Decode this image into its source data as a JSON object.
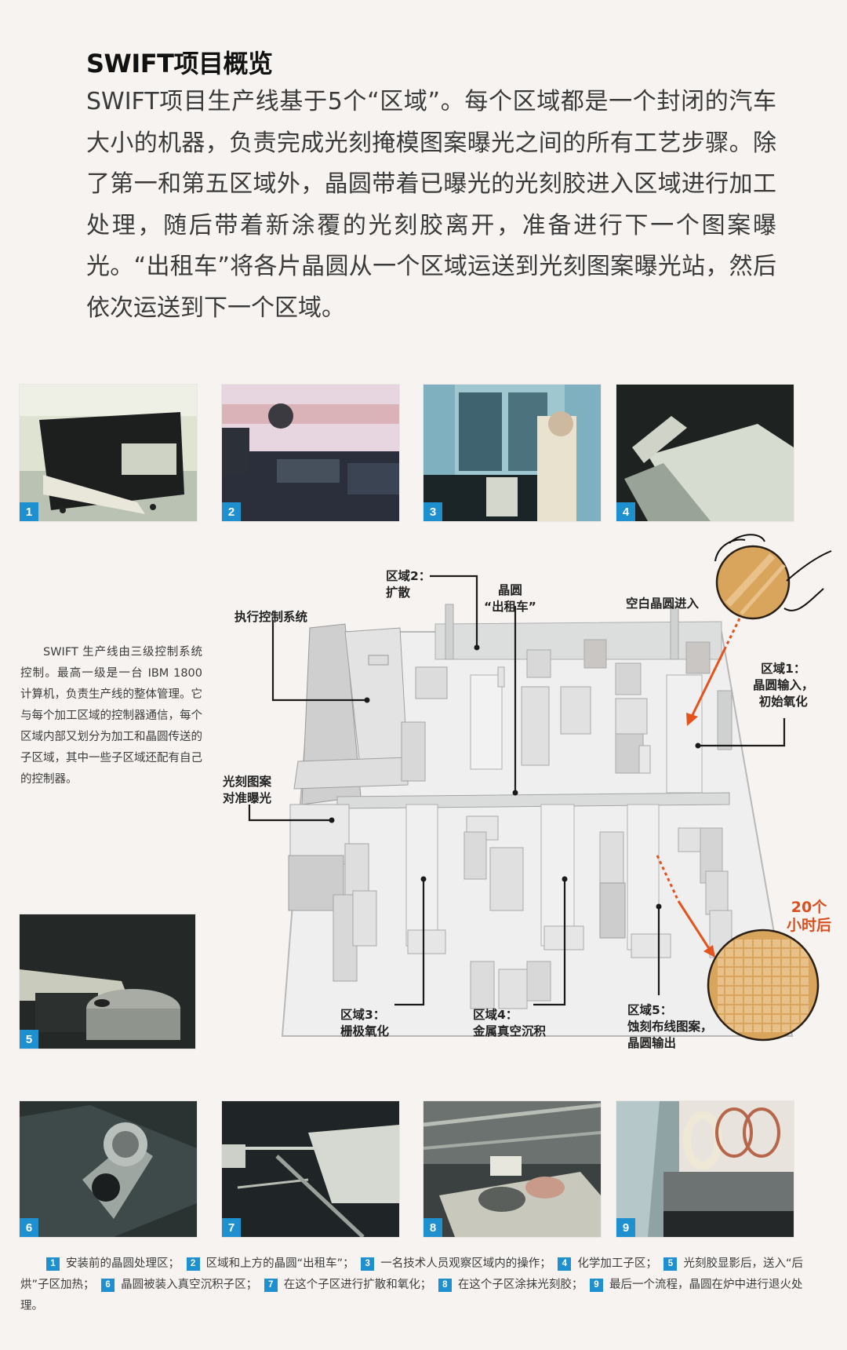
{
  "header": {
    "title": "SWIFT项目概览",
    "intro": "SWIFT项目生产线基于5个“区域”。每个区域都是一个封闭的汽车大小的机器，负责完成光刻掩模图案曝光之间的所有工艺步骤。除了第一和第五区域外，晶圆带着已曝光的光刻胶进入区域进行加工处理，随后带着新涂覆的光刻胶离开，准备进行下一个图案曝光。“出租车”将各片晶圆从一个区域运送到光刻图案曝光站，然后依次运送到下一个区域。"
  },
  "side_note": "SWIFT 生产线由三级控制系统控制。最高一级是一台 IBM  1800 计算机，负责生产线的整体管理。它与每个加工区域的控制器通信，每个区域内部又划分为加工和晶圆传送的子区域，其中一些子区域还配有自己的控制器。",
  "photos": [
    {
      "number": "1",
      "subject": "wafer-handling-area"
    },
    {
      "number": "2",
      "subject": "zone-with-wafer-taxi"
    },
    {
      "number": "3",
      "subject": "technician-observing"
    },
    {
      "number": "4",
      "subject": "chemical-processing"
    },
    {
      "number": "5",
      "subject": "photoresist-development"
    },
    {
      "number": "6",
      "subject": "vacuum-deposition-loading"
    },
    {
      "number": "7",
      "subject": "diffusion-oxidation"
    },
    {
      "number": "8",
      "subject": "photoresist-coating"
    },
    {
      "number": "9",
      "subject": "annealing-furnace"
    }
  ],
  "diagram": {
    "labels": {
      "exec_control": "执行控制系统",
      "zone2": "区域2：\n扩散",
      "taxi": "晶圆\n“出租车”",
      "blank_wafer_in": "空白晶圆进入",
      "zone1": "区域1：\n晶圆输入，\n初始氧化",
      "litho": "光刻图案\n对准曝光",
      "zone3": "区域3：\n栅极氧化",
      "zone4": "区域4：\n金属真空沉积",
      "zone5": "区域5：\n蚀刻布线图案，\n晶圆输出",
      "time": "20个\n小时后"
    },
    "colors": {
      "arrow": "#e5531d",
      "wafer": "#d9a55c",
      "wafer_edge": "#2a2016",
      "floor": "#eeeeee",
      "wall": "#d6d8d8"
    }
  },
  "caption": {
    "items": [
      {
        "n": "1",
        "text": "安装前的晶圆处理区；"
      },
      {
        "n": "2",
        "text": "区域和上方的晶圆“出租车”；"
      },
      {
        "n": "3",
        "text": "一名技术人员观察区域内的操作；"
      },
      {
        "n": "4",
        "text": "化学加工子区；"
      },
      {
        "n": "5",
        "text": "光刻胶显影后，送入“后烘”子区加热；"
      },
      {
        "n": "6",
        "text": "晶圆被装入真空沉积子区；"
      },
      {
        "n": "7",
        "text": "在这个子区进行扩散和氧化；"
      },
      {
        "n": "8",
        "text": "在这个子区涂抹光刻胶；"
      },
      {
        "n": "9",
        "text": "最后一个流程，晶圆在炉中进行退火处理。"
      }
    ],
    "badge_color": "#1e90d0"
  }
}
